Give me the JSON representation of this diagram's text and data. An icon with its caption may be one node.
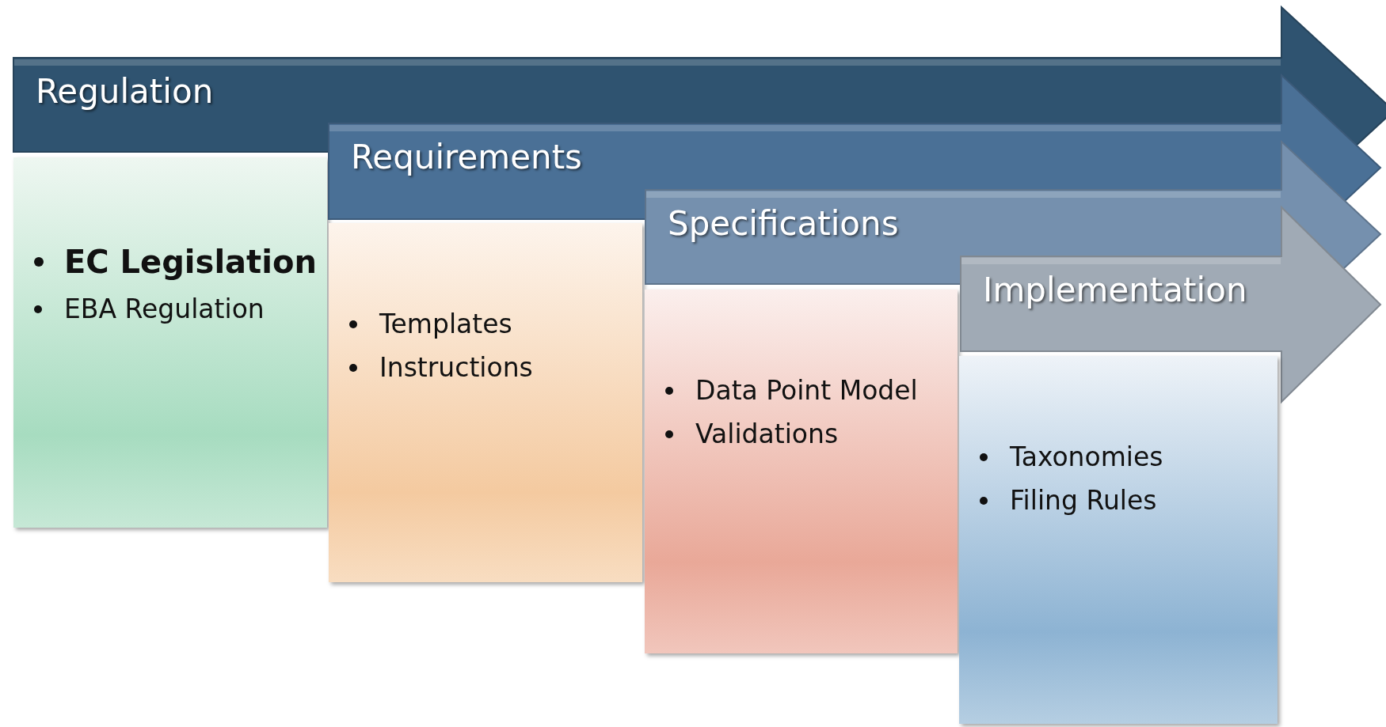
{
  "diagram": {
    "nodes": [
      {
        "text": [
          "Regulation"
        ]
      },
      {
        "text": [
          "EC Legislation",
          "EBA Regulation"
        ]
      },
      {
        "text": [
          "Requirements"
        ]
      },
      {
        "text": [
          "Templates",
          "Instructions"
        ]
      },
      {
        "text": [
          "Specifications"
        ]
      },
      {
        "text": [
          "Data Point Model",
          "Validations"
        ]
      },
      {
        "text": [
          "Implementation"
        ]
      },
      {
        "text": [
          "Taxonomies",
          "Filing Rules"
        ]
      }
    ]
  }
}
